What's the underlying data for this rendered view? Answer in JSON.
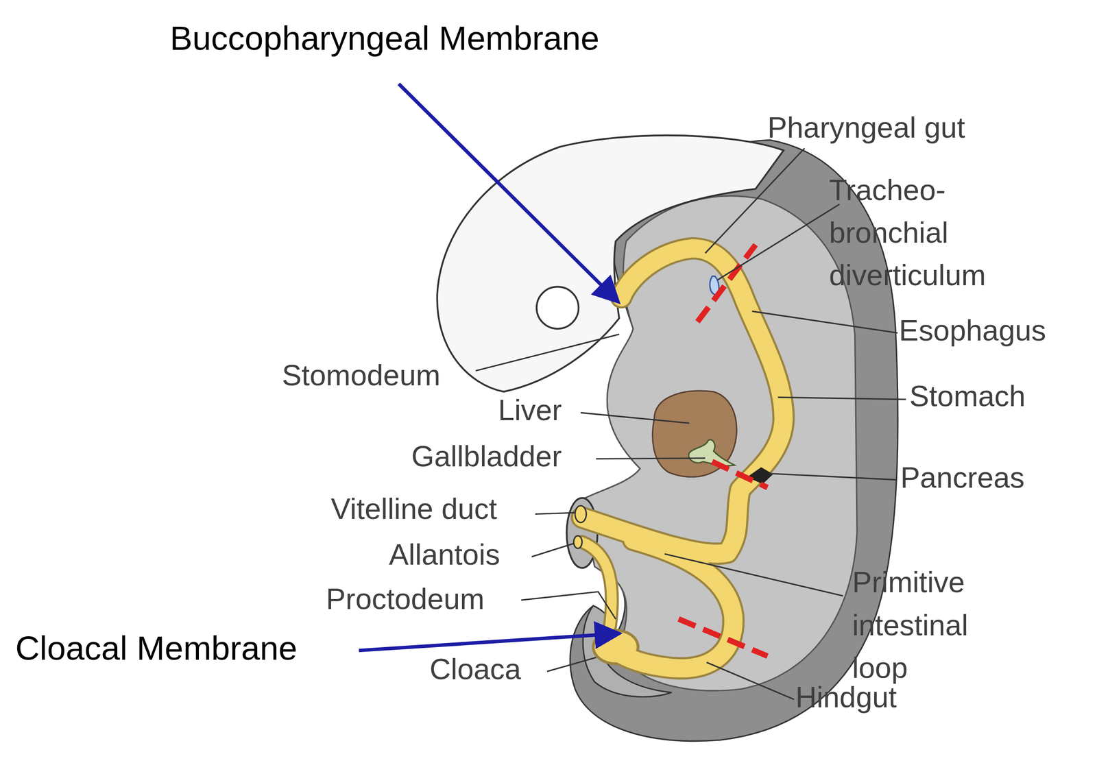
{
  "diagram": {
    "labels": [
      "Buccopharyngeal Membrane",
      "Pharyngeal gut",
      "Tracheo- bronchial diverticulum",
      "Esophagus",
      "Stomodeum",
      "Stomach",
      "Liver",
      "Gallbladder",
      "Pancreas",
      "Vitelline duct",
      "Allantois",
      "Proctodeum",
      "Primitive intestinal loop",
      "Cloacal Membrane",
      "Cloaca",
      "Hindgut"
    ]
  }
}
